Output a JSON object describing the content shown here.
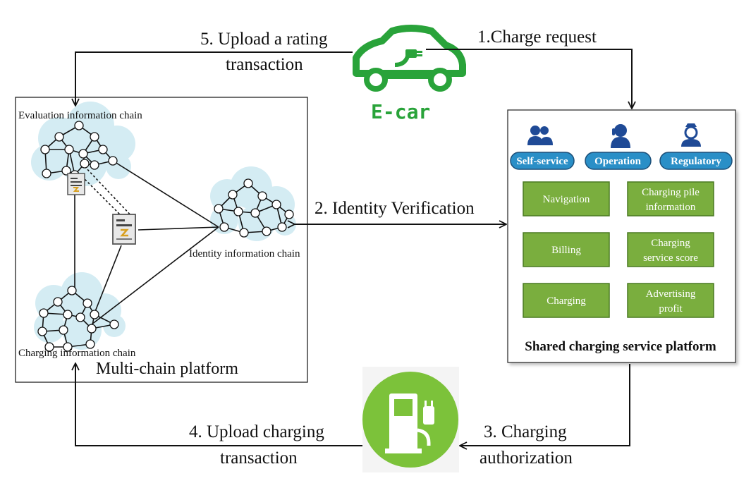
{
  "steps": {
    "s1": "1.Charge request",
    "s2": "2. Identity Verification",
    "s3_line1": "3. Charging",
    "s3_line2": "authorization",
    "s4_line1": "4. Upload charging",
    "s4_line2": "transaction",
    "s5_line1": "5. Upload a rating",
    "s5_line2": "transaction"
  },
  "ecar": {
    "label": "E-car"
  },
  "multichain": {
    "title": "Multi-chain platform",
    "evaluation_chain": "Evaluation information chain",
    "identity_chain": "Identity information chain",
    "charging_chain": "Charging information chain"
  },
  "shared_platform": {
    "title": "Shared charging service platform",
    "roles": [
      "Self-service",
      "Operation",
      "Regulatory"
    ],
    "modules": [
      {
        "line1": "Navigation",
        "line2": ""
      },
      {
        "line1": "Charging pile",
        "line2": "information"
      },
      {
        "line1": "Billing",
        "line2": ""
      },
      {
        "line1": "Charging",
        "line2": "service score"
      },
      {
        "line1": "Charging",
        "line2": ""
      },
      {
        "line1": "Advertising",
        "line2": "profit"
      }
    ]
  },
  "colors": {
    "ecar_green": "#29a33a",
    "pump_green": "#7cc23a",
    "module_green": "#7aae3e",
    "pill_blue": "#2a8fc7",
    "role_icon_blue": "#1f4a96",
    "cloud_fill": "#d4ecf3"
  },
  "icons": {
    "ecar": "electric-car-icon",
    "pump": "charging-station-icon",
    "document": "transaction-document-icon",
    "roles": [
      "users-icon",
      "operator-icon",
      "regulator-icon"
    ]
  }
}
